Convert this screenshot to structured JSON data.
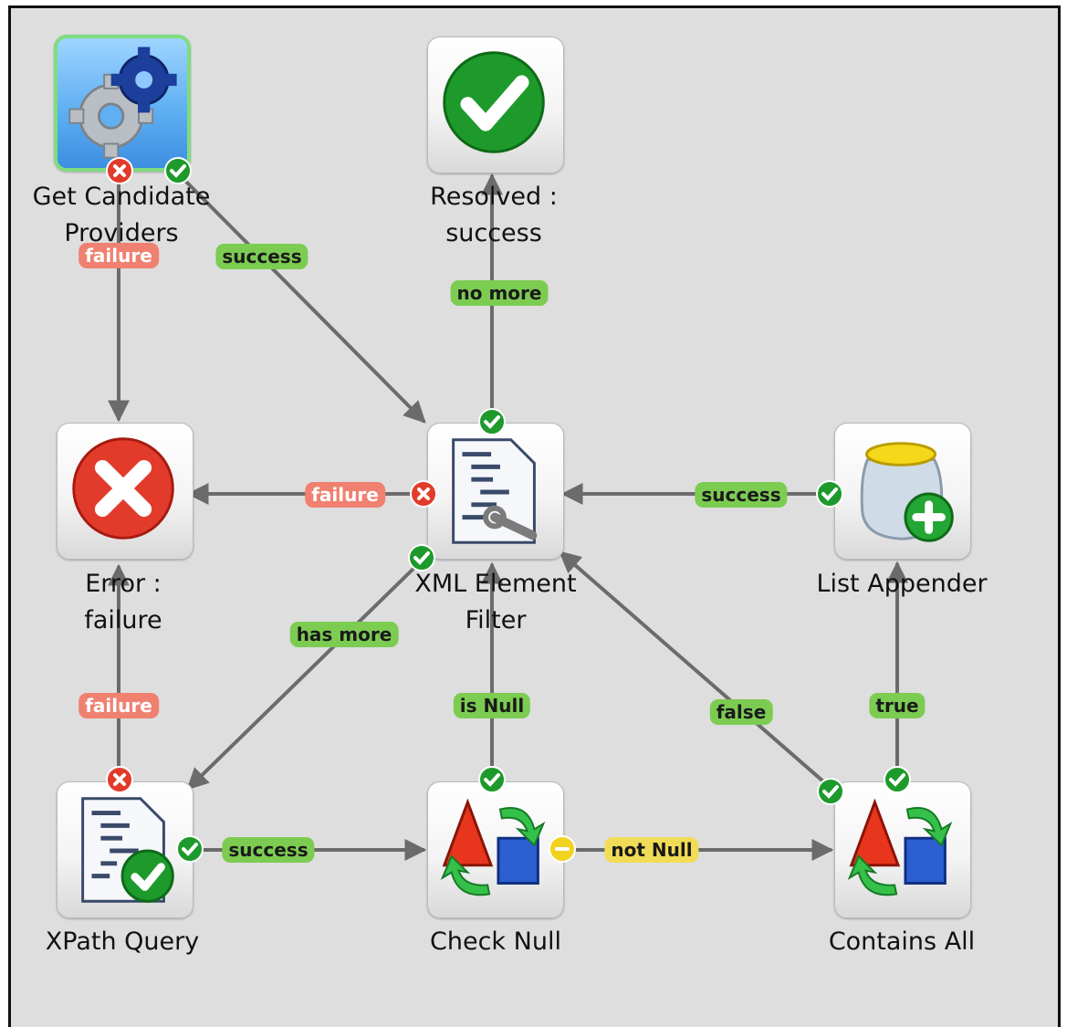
{
  "diagram": {
    "nodes": [
      {
        "id": "get-candidate-providers",
        "label_line1": "Get Candidate",
        "label_line2": "Providers",
        "icon": "gears-icon",
        "selected": true
      },
      {
        "id": "resolved-success",
        "label_line1": "Resolved :",
        "label_line2": "success",
        "icon": "green-check-icon"
      },
      {
        "id": "error-failure",
        "label_line1": "Error :",
        "label_line2": "failure",
        "icon": "red-x-icon"
      },
      {
        "id": "xml-element-filter",
        "label_line1": "XML Element",
        "label_line2": "Filter",
        "icon": "document-wrench-icon"
      },
      {
        "id": "list-appender",
        "label_line1": "List Appender",
        "label_line2": "",
        "icon": "jar-plus-icon"
      },
      {
        "id": "xpath-query",
        "label_line1": "XPath Query",
        "label_line2": "",
        "icon": "document-check-icon"
      },
      {
        "id": "check-null",
        "label_line1": "Check Null",
        "label_line2": "",
        "icon": "shapes-icon"
      },
      {
        "id": "contains-all",
        "label_line1": "Contains All",
        "label_line2": "",
        "icon": "shapes-icon"
      }
    ],
    "edges": [
      {
        "from": "get-candidate-providers",
        "to": "error-failure",
        "label": "failure",
        "kind": "failure"
      },
      {
        "from": "get-candidate-providers",
        "to": "xml-element-filter",
        "label": "success",
        "kind": "success"
      },
      {
        "from": "xml-element-filter",
        "to": "resolved-success",
        "label": "no more",
        "kind": "success"
      },
      {
        "from": "xml-element-filter",
        "to": "error-failure",
        "label": "failure",
        "kind": "failure"
      },
      {
        "from": "list-appender",
        "to": "xml-element-filter",
        "label": "success",
        "kind": "success"
      },
      {
        "from": "xml-element-filter",
        "to": "xpath-query",
        "label": "has more",
        "kind": "success"
      },
      {
        "from": "xpath-query",
        "to": "error-failure",
        "label": "failure",
        "kind": "failure"
      },
      {
        "from": "check-null",
        "to": "xml-element-filter",
        "label": "is Null",
        "kind": "success"
      },
      {
        "from": "contains-all",
        "to": "xml-element-filter",
        "label": "false",
        "kind": "success"
      },
      {
        "from": "contains-all",
        "to": "list-appender",
        "label": "true",
        "kind": "success"
      },
      {
        "from": "xpath-query",
        "to": "check-null",
        "label": "success",
        "kind": "success"
      },
      {
        "from": "check-null",
        "to": "contains-all",
        "label": "not Null",
        "kind": "neutral"
      }
    ],
    "colors": {
      "edge": "#6b6b6b",
      "success": "#7ccc52",
      "failure": "#f08070",
      "neutral": "#f1dc57",
      "canvas": "#dedede"
    }
  }
}
